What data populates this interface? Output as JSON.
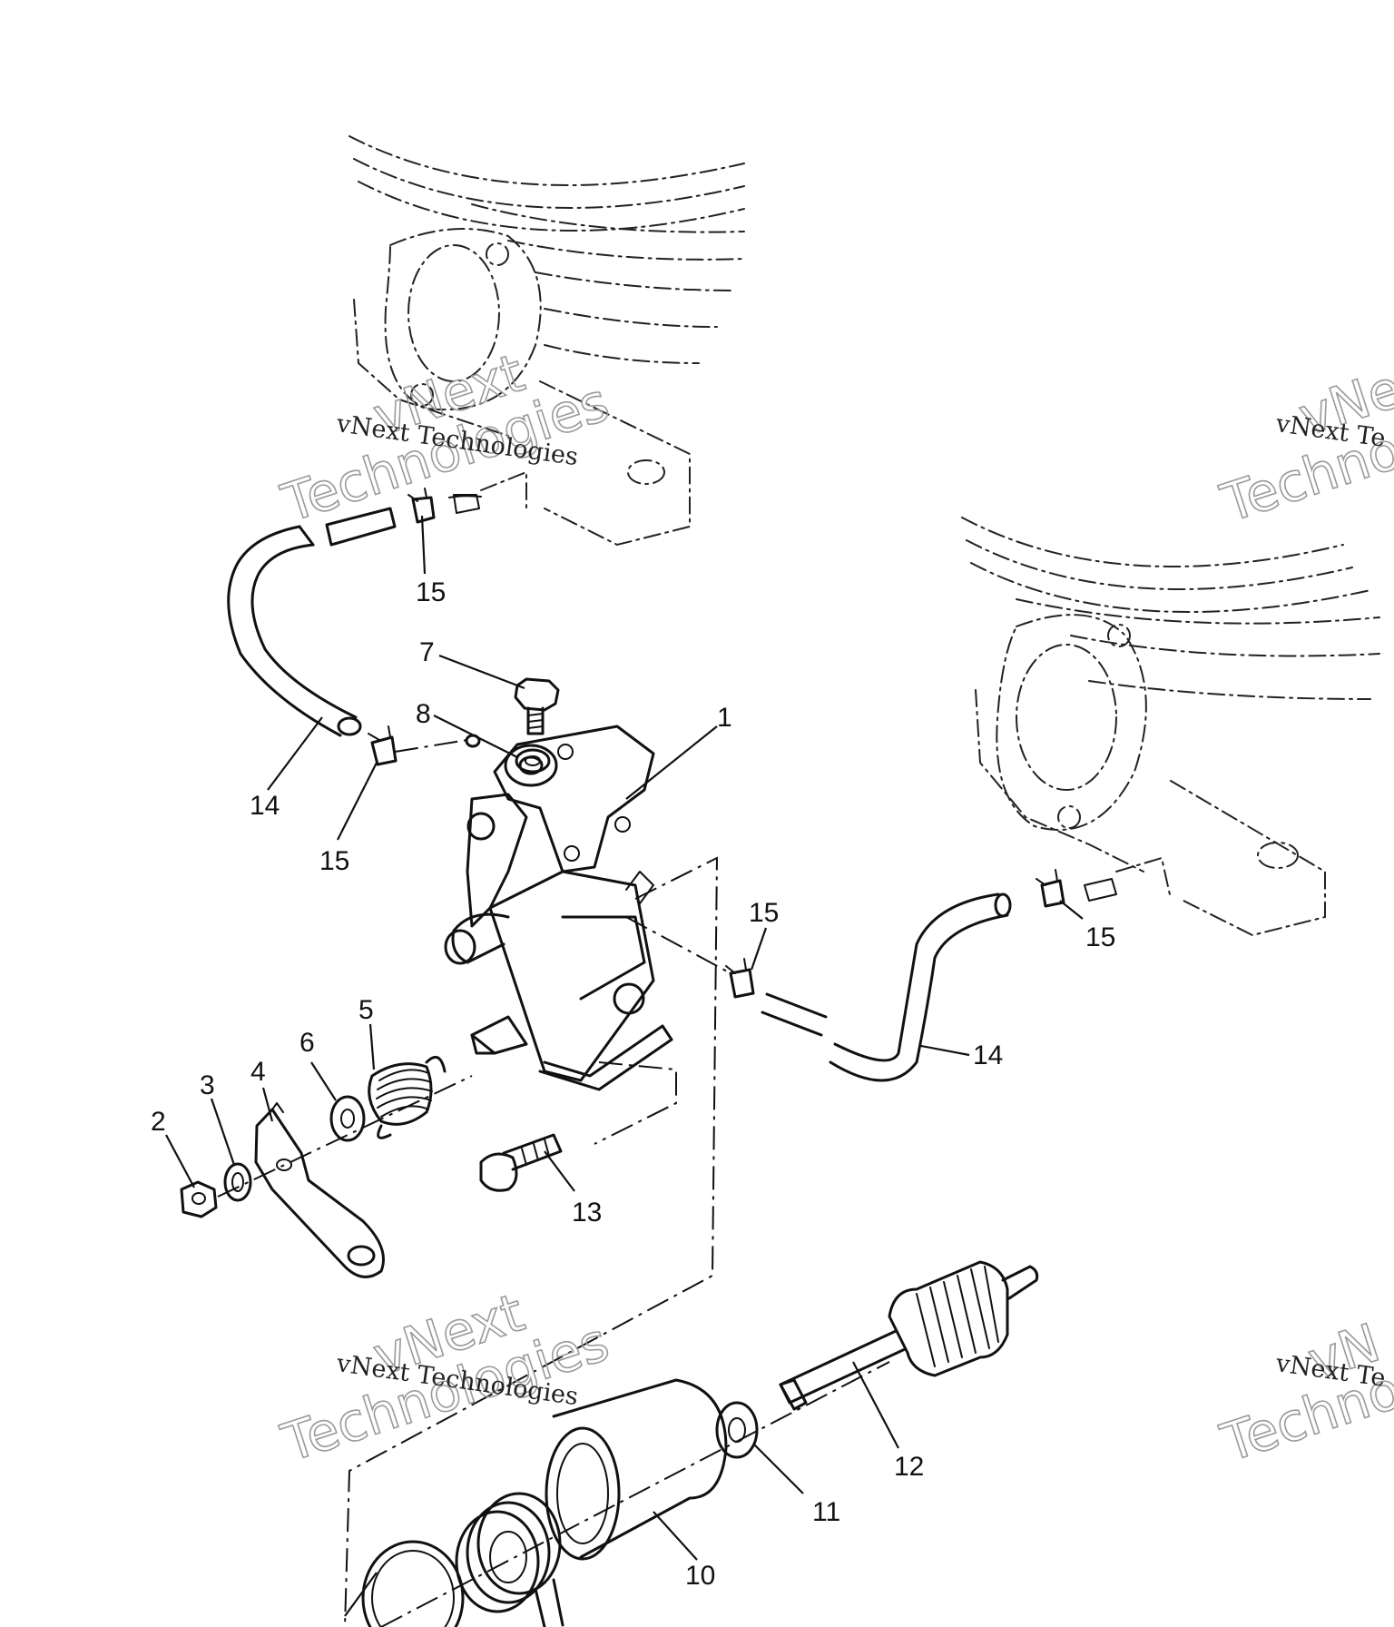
{
  "callouts": {
    "c1": "1",
    "c2": "2",
    "c3": "3",
    "c4": "4",
    "c5": "5",
    "c6": "6",
    "c7": "7",
    "c8": "8",
    "c10": "10",
    "c11": "11",
    "c12": "12",
    "c13": "13",
    "c14a": "14",
    "c14b": "14",
    "c15a": "15",
    "c15b": "15",
    "c15c": "15",
    "c15d": "15"
  },
  "watermarks": {
    "top_left": {
      "line": "vNext Technologies",
      "big1": "vNext",
      "big2": "Technologies"
    },
    "top_right": {
      "line": "vNext Te",
      "big1": "vNe",
      "big2": "Techno"
    },
    "bottom_left": {
      "line": "vNext Technologies",
      "big1": "vNext",
      "big2": "Technologies"
    },
    "bottom_right": {
      "line": "vNext Te",
      "big1": "vN",
      "big2": "Techno"
    }
  }
}
